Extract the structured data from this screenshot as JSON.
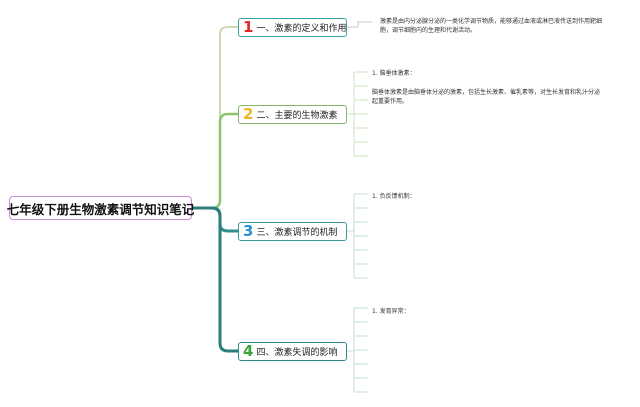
{
  "root": {
    "title": "七年级下册生物激素调节知识笔记"
  },
  "branches": [
    {
      "number": "1",
      "label": "一、激素的定义和作用",
      "color": "#e02a2a"
    },
    {
      "number": "2",
      "label": "二、主要的生物激素",
      "color": "#f0b429"
    },
    {
      "number": "3",
      "label": "三、激素调节的机制",
      "color": "#2b8ed0"
    },
    {
      "number": "4",
      "label": "四、激素失调的影响",
      "color": "#3aa43a"
    }
  ],
  "notes": {
    "n1": "激素是由内分泌腺分泌的一类化学调节物质，能够通过血液或淋巴液传送到作用靶细胞，调节细胞内的生理和代谢活动。",
    "n2_heading": "1. 脑垂体激素：",
    "n2_body": "脑垂体激素是由脑垂体分泌的激素，包括生长激素、催乳素等，对生长发育和乳汁分泌起重要作用。",
    "n3_heading": "1. 负反馈机制：",
    "n4_heading": "1. 发育异常："
  }
}
